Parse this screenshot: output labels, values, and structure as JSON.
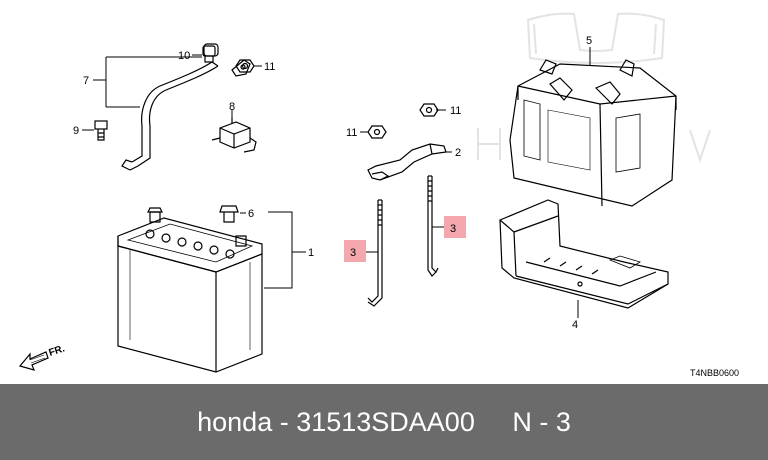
{
  "callouts": {
    "c1": "1",
    "c2": "2",
    "c3a": "3",
    "c3b": "3",
    "c4": "4",
    "c5": "5",
    "c6": "6",
    "c7": "7",
    "c8": "8",
    "c9": "9",
    "c10": "10",
    "c11a": "11",
    "c11b": "11",
    "c11c": "11"
  },
  "direction_label": "FR.",
  "diagram_code": "T4NBB0600",
  "watermark": "HONDA",
  "footer": {
    "text": "honda - 31513SDAA00     N - 3"
  },
  "colors": {
    "footer_bg": "#6b6b6b",
    "highlight": "#f4a8ad",
    "line": "#000000"
  }
}
